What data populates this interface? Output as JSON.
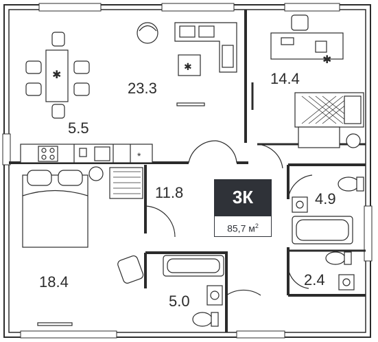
{
  "plan": {
    "rooms": [
      {
        "id": "living",
        "area": "23.3"
      },
      {
        "id": "kitchen",
        "area": "5.5"
      },
      {
        "id": "bedroom-right",
        "area": "14.4"
      },
      {
        "id": "hall",
        "area": "11.8"
      },
      {
        "id": "bath-right",
        "area": "4.9"
      },
      {
        "id": "wc-right",
        "area": "2.4"
      },
      {
        "id": "bedroom-left",
        "area": "18.4"
      },
      {
        "id": "bath-left",
        "area": "5.0"
      }
    ],
    "badge": {
      "rooms": "3К",
      "area": "85,7 м",
      "unit_sup": "2"
    }
  }
}
